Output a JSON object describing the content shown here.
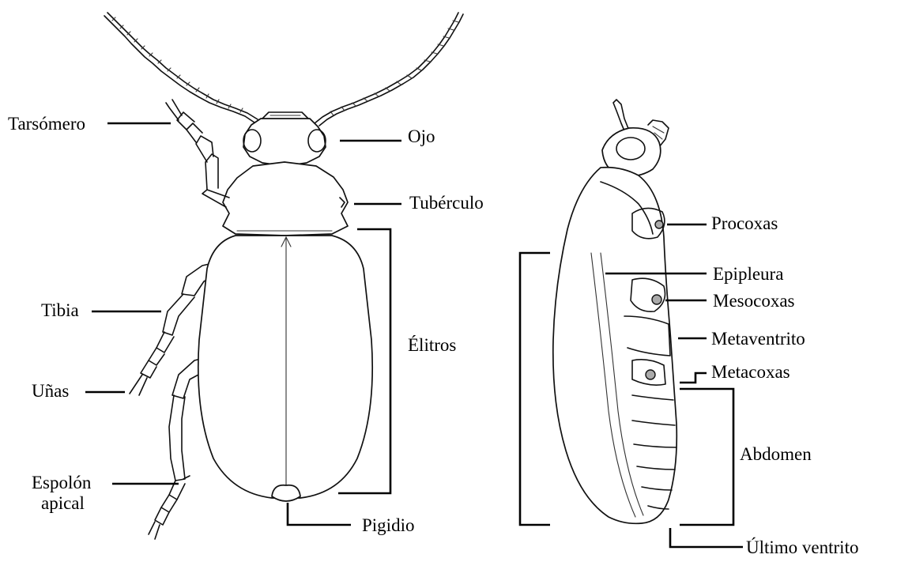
{
  "diagram": {
    "dorsal_labels": {
      "tarsomero": "Tarsómero",
      "ojo": "Ojo",
      "tuberculo": "Tubérculo",
      "elitros": "Élitros",
      "tibia": "Tibia",
      "unas": "Uñas",
      "espolon_line1": "Espolón",
      "espolon_line2": "apical",
      "pigidio": "Pigidio"
    },
    "lateral_labels": {
      "procoxas": "Procoxas",
      "epipleura": "Epipleura",
      "mesocoxas": "Mesocoxas",
      "metaventrito": "Metaventrito",
      "metacoxas": "Metacoxas",
      "abdomen": "Abdomen",
      "ultimo_ventrito": "Último ventrito"
    }
  }
}
